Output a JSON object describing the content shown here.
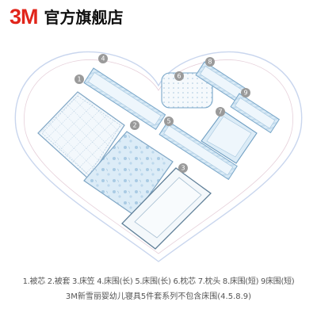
{
  "header": {
    "brand_logo": "3M",
    "store_name": "官方旗舰店"
  },
  "diagram": {
    "items": [
      {
        "number": "1",
        "label": "被芯"
      },
      {
        "number": "2",
        "label": "被套"
      },
      {
        "number": "3",
        "label": "床笠"
      },
      {
        "number": "4",
        "label": "床围(长)"
      },
      {
        "number": "5",
        "label": "床围(长)"
      },
      {
        "number": "6",
        "label": "枕芯"
      },
      {
        "number": "7",
        "label": "枕头"
      },
      {
        "number": "8",
        "label": "床围(短)"
      },
      {
        "number": "9",
        "label": "床围(短)"
      }
    ]
  },
  "legend": {
    "items_line": "1.被芯  2.被套  3.床笠  4.床围(长)  5.床围(长)  6.枕芯  7.枕头  8.床围(短)  9床围(短)",
    "note": "3M新雪丽婴幼儿寝具5件套系列不包含床围(4.5.8.9)"
  },
  "colors": {
    "brand_red": "#e1251b",
    "heart_outline": "#c9d6ee",
    "item_blue": "#9cc4e0",
    "item_fill": "#eaf4fb",
    "badge_grey": "#9a9a9a"
  }
}
